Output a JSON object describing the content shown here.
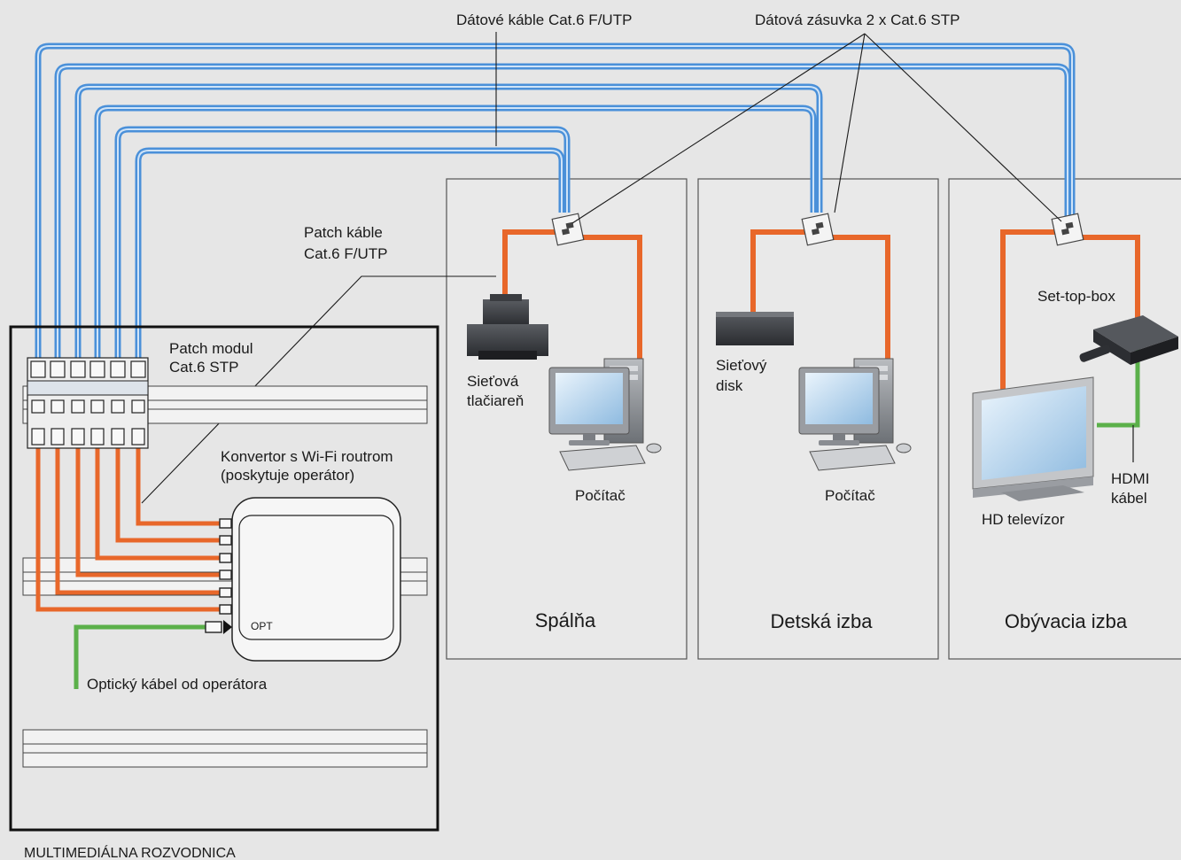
{
  "colors": {
    "background": "#e6e6e6",
    "data_cable_outer": "#4a90d9",
    "data_cable_inner": "#cfe3f7",
    "patch_cable": "#e8672a",
    "optical_cable": "#5bb04a",
    "hdmi_cable": "#5bb04a",
    "outline": "#1a1a1a"
  },
  "labels": {
    "data_cables": "Dátové káble Cat.6 F/UTP",
    "data_socket": "Dátová zásuvka 2 x Cat.6 STP",
    "patch_cables_line1": "Patch káble",
    "patch_cables_line2": "Cat.6 F/UTP",
    "patch_module_line1": "Patch modul",
    "patch_module_line2": "Cat.6 STP",
    "converter_line1": "Konvertor s Wi-Fi routrom",
    "converter_line2": "(poskytuje operátor)",
    "opt_port": "OPT",
    "optical_cable": "Optický kábel od operátora",
    "cabinet": "MULTIMEDIÁLNA ROZVODNICA"
  },
  "rooms": [
    {
      "name": "Spálňa",
      "device_left_line1": "Sieťová",
      "device_left_line2": "tlačiareň",
      "device_right": "Počítač"
    },
    {
      "name": "Detská izba",
      "device_left_line1": "Sieťový",
      "device_left_line2": "disk",
      "device_right": "Počítač"
    },
    {
      "name": "Obývacia izba",
      "settop": "Set-top-box",
      "tv": "HD televízor",
      "hdmi_line1": "HDMI",
      "hdmi_line2": "kábel"
    }
  ]
}
